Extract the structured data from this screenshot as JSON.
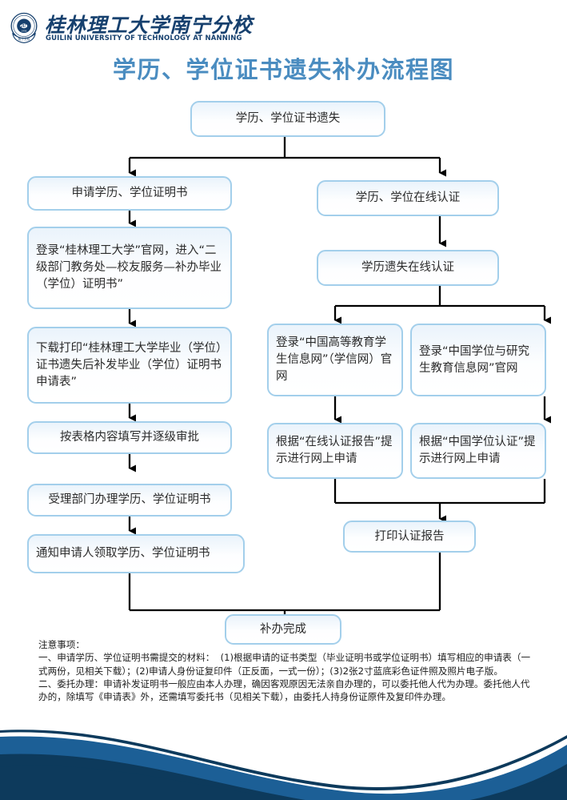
{
  "header": {
    "university_cn": "桂林理工大学南宁分校",
    "university_en": "GUILIN UNIVERSITY OF TECHNOLOGY AT NANNING",
    "logo_icon": "university-crest-icon",
    "brand_navy": "#16406e"
  },
  "title": "学历、学位证书遗失补办流程图",
  "theme": {
    "title_blue": "#4a8cc0",
    "node_border": "#a3cfeb",
    "node_fill_top": "#eaf3fb",
    "edge_color": "#000000",
    "wave_dark": "#0d3a5c",
    "wave_light": "#1c5f96"
  },
  "flow": {
    "start": {
      "id": "start",
      "label": "学历、学位证书遗失"
    },
    "left_branch": [
      {
        "id": "l1",
        "label": "申请学历、学位证明书"
      },
      {
        "id": "l2",
        "label": "登录“桂林理工大学”官网，进入“二级部门教务处—校友服务—补办毕业（学位）证明书”"
      },
      {
        "id": "l3",
        "label": "下载打印“桂林理工大学毕业（学位）证书遗失后补发毕业（学位）证明书申请表”"
      },
      {
        "id": "l4",
        "label": "按表格内容填写并逐级审批"
      },
      {
        "id": "l5",
        "label": "受理部门办理学历、学位证明书"
      },
      {
        "id": "l6",
        "label": "通知申请人领取学历、学位证明书"
      }
    ],
    "right_branch": [
      {
        "id": "r1",
        "label": "学历、学位在线认证"
      },
      {
        "id": "r2",
        "label": "学历遗失在线认证"
      }
    ],
    "right_split": [
      {
        "id": "r3a",
        "label": "登录“中国高等教育学生信息网”（学信网）官网"
      },
      {
        "id": "r3b",
        "label": "登录“中国学位与研究生教育信息网”官网"
      }
    ],
    "right_split2": [
      {
        "id": "r4a",
        "label": "根据“在线认证报告”提示进行网上申请"
      },
      {
        "id": "r4b",
        "label": "根据“中国学位认证”提示进行网上申请"
      }
    ],
    "right_merge": {
      "id": "r5",
      "label": "打印认证报告"
    },
    "end": {
      "id": "end",
      "label": "补办完成"
    }
  },
  "notes": {
    "heading": "注意事项：",
    "line1": "一、申请学历、学位证明书需提交的材料：  (1)根据申请的证书类型（毕业证明书或学位证明书）填写相应的申请表（一式两份，见相关下载）；(2)申请人身份证复印件（正反面，一式一份）；(3)2张2寸蓝底彩色证件照及照片电子版。",
    "line2": "二、委托办理：申请补发证明书一般应由本人办理，确因客观原因无法亲自办理的，可以委托他人代为办理。委托他人代办的，除填写《申请表》外，还需填写委托书（见相关下载），由委托人持身份证原件及复印件办理。"
  }
}
